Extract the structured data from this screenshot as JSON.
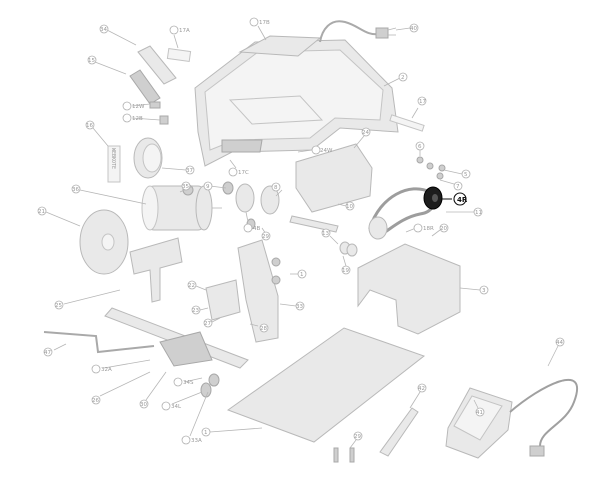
{
  "highlight_color": "#111111",
  "part_color": "#e9e9e9",
  "callouts": [
    {
      "id": "c34",
      "label": "34"
    },
    {
      "id": "c17a",
      "label": "17A"
    },
    {
      "id": "c17b",
      "label": "17B"
    },
    {
      "id": "c40",
      "label": "40"
    },
    {
      "id": "c15",
      "label": "15"
    },
    {
      "id": "c2",
      "label": "2"
    },
    {
      "id": "c12w",
      "label": "12W"
    },
    {
      "id": "c12b",
      "label": "12B"
    },
    {
      "id": "c17",
      "label": "17"
    },
    {
      "id": "c16",
      "label": "16"
    },
    {
      "id": "c24",
      "label": "24"
    },
    {
      "id": "c37",
      "label": "37"
    },
    {
      "id": "c17c",
      "label": "17C"
    },
    {
      "id": "c24w",
      "label": "24W"
    },
    {
      "id": "c6",
      "label": "6"
    },
    {
      "id": "c5",
      "label": "5"
    },
    {
      "id": "c7",
      "label": "7"
    },
    {
      "id": "c36",
      "label": "36"
    },
    {
      "id": "c35",
      "label": "35"
    },
    {
      "id": "c9",
      "label": "9"
    },
    {
      "id": "c4r",
      "label": "4R",
      "highlight": true
    },
    {
      "id": "c11",
      "label": "11"
    },
    {
      "id": "c21",
      "label": "21"
    },
    {
      "id": "c8",
      "label": "8"
    },
    {
      "id": "c10",
      "label": "10"
    },
    {
      "id": "c4b",
      "label": "4B"
    },
    {
      "id": "c29",
      "label": "29"
    },
    {
      "id": "c13",
      "label": "13"
    },
    {
      "id": "c18r",
      "label": "18R"
    },
    {
      "id": "c20",
      "label": "20"
    },
    {
      "id": "c19",
      "label": "19"
    },
    {
      "id": "c3",
      "label": "3"
    },
    {
      "id": "c22",
      "label": "22"
    },
    {
      "id": "c1",
      "label": "1"
    },
    {
      "id": "c25",
      "label": "25"
    },
    {
      "id": "c23",
      "label": "23"
    },
    {
      "id": "c27",
      "label": "27"
    },
    {
      "id": "c28",
      "label": "28"
    },
    {
      "id": "c33",
      "label": "33"
    },
    {
      "id": "c47",
      "label": "47"
    },
    {
      "id": "c32a",
      "label": "32A"
    },
    {
      "id": "c34s",
      "label": "34S"
    },
    {
      "id": "c26",
      "label": "26"
    },
    {
      "id": "c30",
      "label": "30"
    },
    {
      "id": "c34l",
      "label": "34L"
    },
    {
      "id": "c33a",
      "label": "33A"
    },
    {
      "id": "c42",
      "label": "42"
    },
    {
      "id": "c44",
      "label": "44"
    },
    {
      "id": "c41",
      "label": "41"
    }
  ],
  "label_strip_text": "WEBKOTE"
}
